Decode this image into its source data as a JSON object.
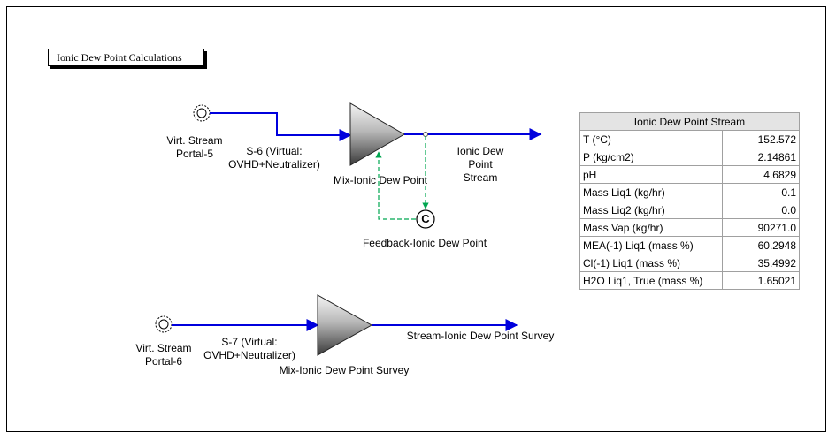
{
  "title": "Ionic Dew Point Calculations",
  "streams": {
    "virt_portal_5": "Virt. Stream\nPortal-5",
    "s6": "S-6 (Virtual:\nOVHD+Neutralizer)",
    "mixer1": "Mix-Ionic Dew Point",
    "product1": "Ionic Dew\nPoint\nStream",
    "feedback_letter": "C",
    "feedback": "Feedback-Ionic Dew Point",
    "virt_portal_6": "Virt. Stream\nPortal-6",
    "s7": "S-7 (Virtual:\nOVHD+Neutralizer)",
    "mixer2": "Mix-Ionic Dew Point Survey",
    "product2": "Stream-Ionic Dew Point Survey"
  },
  "property_table": {
    "header": "Ionic Dew Point Stream",
    "rows": [
      {
        "label": "T (°C)",
        "value": "152.572"
      },
      {
        "label": "P (kg/cm2)",
        "value": "2.14861"
      },
      {
        "label": "pH",
        "value": "4.6829"
      },
      {
        "label": "Mass Liq1 (kg/hr)",
        "value": "0.1"
      },
      {
        "label": "Mass Liq2 (kg/hr)",
        "value": "0.0"
      },
      {
        "label": "Mass Vap (kg/hr)",
        "value": "90271.0"
      },
      {
        "label": "MEA(-1) Liq1 (mass %)",
        "value": "60.2948"
      },
      {
        "label": "Cl(-1) Liq1 (mass %)",
        "value": "35.4992"
      },
      {
        "label": "H2O Liq1, True (mass %)",
        "value": "1.65021"
      }
    ]
  },
  "colors": {
    "stream": "#0000dd",
    "control": "#00a650"
  }
}
